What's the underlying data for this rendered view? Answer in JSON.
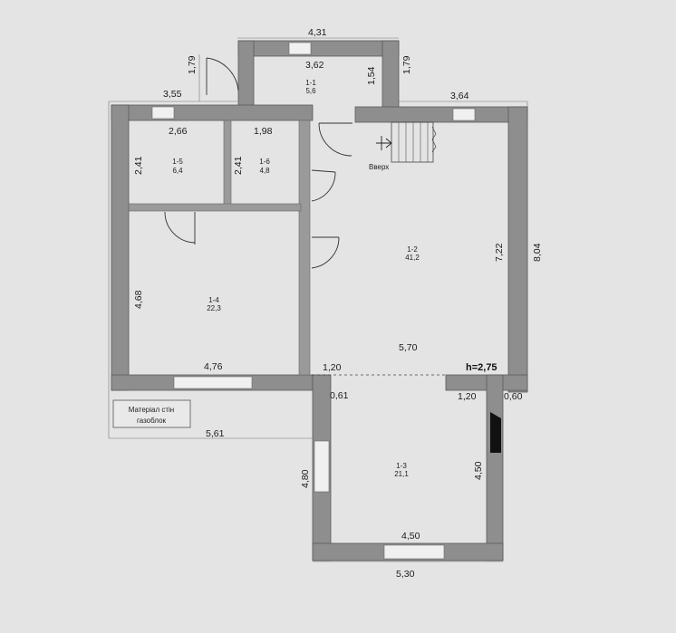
{
  "dimensions": {
    "top_overall": "4,31",
    "porch_width": "3,62",
    "porch_left_depth": "1,79",
    "porch_right_depth": "1,79",
    "porch_inner_depth": "1,54",
    "left_top": "3,55",
    "right_top": "3,64",
    "room15_width": "2,66",
    "room16_width": "1,98",
    "room15_height": "2,41",
    "room16_height": "2,41",
    "room14_height": "4,68",
    "room14_width": "4,76",
    "hall_height_inner": "7,22",
    "hall_height_outer": "8,04",
    "hall_width": "5,70",
    "gap_left": "1,20",
    "gap_right": "1,20",
    "wall_left": "0,61",
    "wall_right": "0,60",
    "bottom_left_total": "5,61",
    "room13_height_left": "4,80",
    "room13_height_right": "4,50",
    "room13_width": "4,50",
    "room13_outer": "5,30"
  },
  "rooms": [
    {
      "id": "1-1",
      "area": "5,6"
    },
    {
      "id": "1-2",
      "area": "41,2"
    },
    {
      "id": "1-3",
      "area": "21,1"
    },
    {
      "id": "1-4",
      "area": "22,3"
    },
    {
      "id": "1-5",
      "area": "6,4"
    },
    {
      "id": "1-6",
      "area": "4,8"
    }
  ],
  "labels": {
    "stairs_up": "Вверх",
    "ceiling_height": "h=2,75",
    "material_line1": "Матеріал стін",
    "material_line2": "газоблок"
  },
  "colors": {
    "paper": "#e4e4e4",
    "wall": "#8e8e8e"
  }
}
